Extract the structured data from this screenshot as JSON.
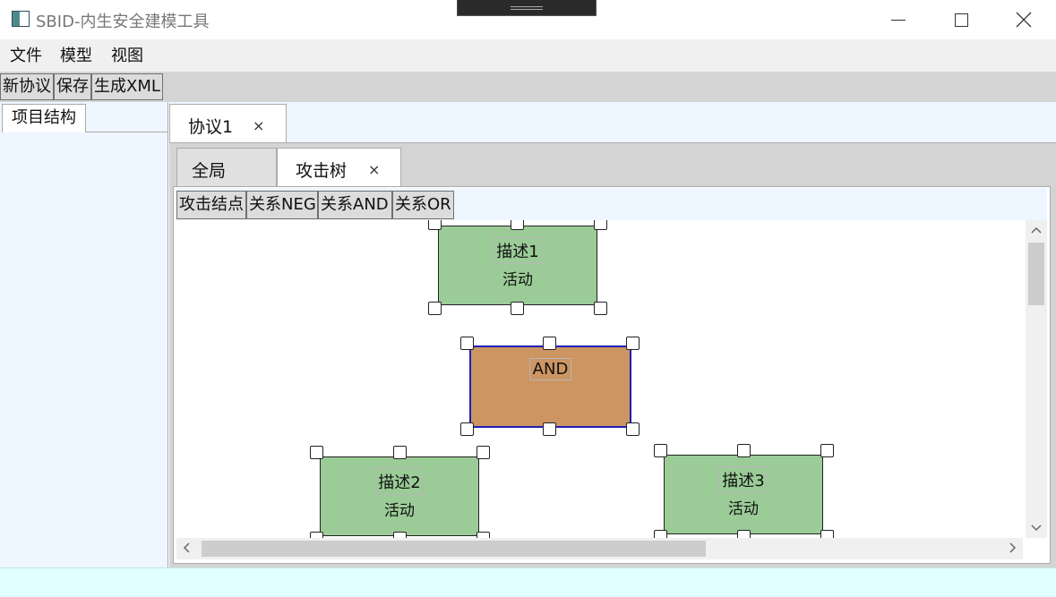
{
  "window": {
    "title": "SBID-内生安全建模工具",
    "controls": {
      "minimize": "minimize-icon",
      "maximize": "maximize-icon",
      "close": "close-icon"
    }
  },
  "menu": {
    "items": [
      "文件",
      "模型",
      "视图"
    ]
  },
  "toolbar": {
    "buttons": [
      "新协议",
      "保存",
      "生成XML"
    ]
  },
  "left_panel": {
    "tab": "项目结构"
  },
  "doc_tabs": [
    {
      "label": "协议1",
      "close": "×"
    }
  ],
  "inner_tabs": [
    {
      "label": "全局"
    },
    {
      "label": "攻击树",
      "close": "×"
    }
  ],
  "canvas_toolbar": {
    "buttons": [
      "攻击结点",
      "关系NEG",
      "关系AND",
      "关系OR"
    ]
  },
  "nodes": [
    {
      "title": "描述1",
      "subtitle": "活动",
      "color": "#9bcc97"
    },
    {
      "title": "AND",
      "color": "#cc9562",
      "selected_border": "#1f1fb5"
    },
    {
      "title": "描述2",
      "subtitle": "活动",
      "color": "#9bcc97"
    },
    {
      "title": "描述3",
      "subtitle": "活动",
      "color": "#9bcc97"
    }
  ],
  "scrollbars": {
    "up": "‹",
    "down": "›",
    "left": "‹",
    "right": "›"
  }
}
